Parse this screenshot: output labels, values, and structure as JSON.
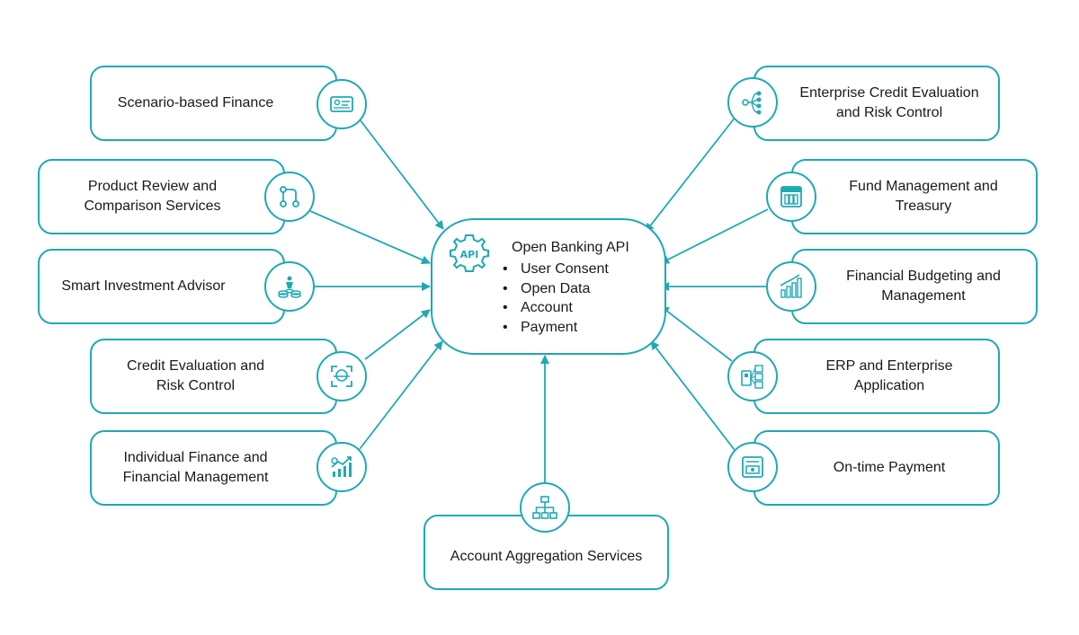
{
  "center": {
    "icon": "api-gear-icon",
    "title": "Open Banking API",
    "items": [
      "User Consent",
      "Open Data",
      "Account",
      "Payment"
    ]
  },
  "left_nodes": [
    {
      "lines": [
        "Scenario-based Finance"
      ],
      "icon": "id-card-icon"
    },
    {
      "lines": [
        "Product Review and",
        "Comparison Services"
      ],
      "icon": "flow-nodes-icon"
    },
    {
      "lines": [
        "Smart Investment Advisor"
      ],
      "icon": "coins-person-icon"
    },
    {
      "lines": [
        "Credit Evaluation and",
        "Risk Control"
      ],
      "icon": "face-scan-icon"
    },
    {
      "lines": [
        "Individual Finance and",
        "Financial Management"
      ],
      "icon": "growth-chart-icon"
    }
  ],
  "right_nodes": [
    {
      "lines": [
        "Enterprise Credit Evaluation",
        "and Risk Control"
      ],
      "icon": "node-tree-icon"
    },
    {
      "lines": [
        "Fund Management and",
        "Treasury"
      ],
      "icon": "vault-icon"
    },
    {
      "lines": [
        "Financial Budgeting and",
        "Management"
      ],
      "icon": "bar-chart-icon"
    },
    {
      "lines": [
        "ERP and Enterprise",
        "Application"
      ],
      "icon": "erp-network-icon"
    },
    {
      "lines": [
        "On-time Payment"
      ],
      "icon": "payment-icon"
    }
  ],
  "bottom_node": {
    "lines": [
      "Account Aggregation Services"
    ],
    "icon": "hierarchy-icon"
  },
  "colors": {
    "accent": "#1fa9b3",
    "text": "#1a1a1a"
  }
}
